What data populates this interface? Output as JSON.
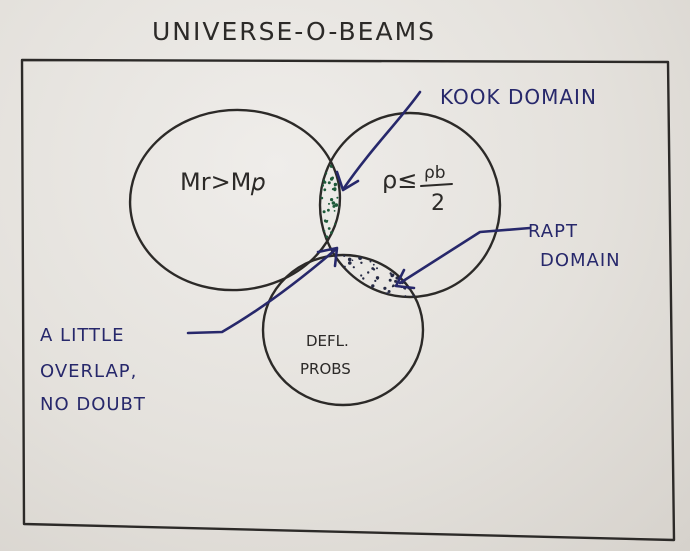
{
  "title": "UNIVERSE-O-BEAMS",
  "sets": {
    "left": "Mr>M𝑝",
    "right_main": "ρ≤",
    "right_num": "ρb",
    "right_den": "2",
    "bottom_1": "DEFL.",
    "bottom_2": "PROBS"
  },
  "annotations": {
    "kook_domain": "KOOK DOMAIN",
    "rapt_1": "RAPT",
    "rapt_2": "DOMAIN",
    "overlap_1": "A LITTLE",
    "overlap_2": "OVERLAP,",
    "overlap_3": "NO DOUBT"
  },
  "colors": {
    "paper": "#e8e6e2",
    "pencil_ink": "#2c2a28",
    "pen_blue": "#27286b",
    "shading_green": "#1f5a3a"
  }
}
